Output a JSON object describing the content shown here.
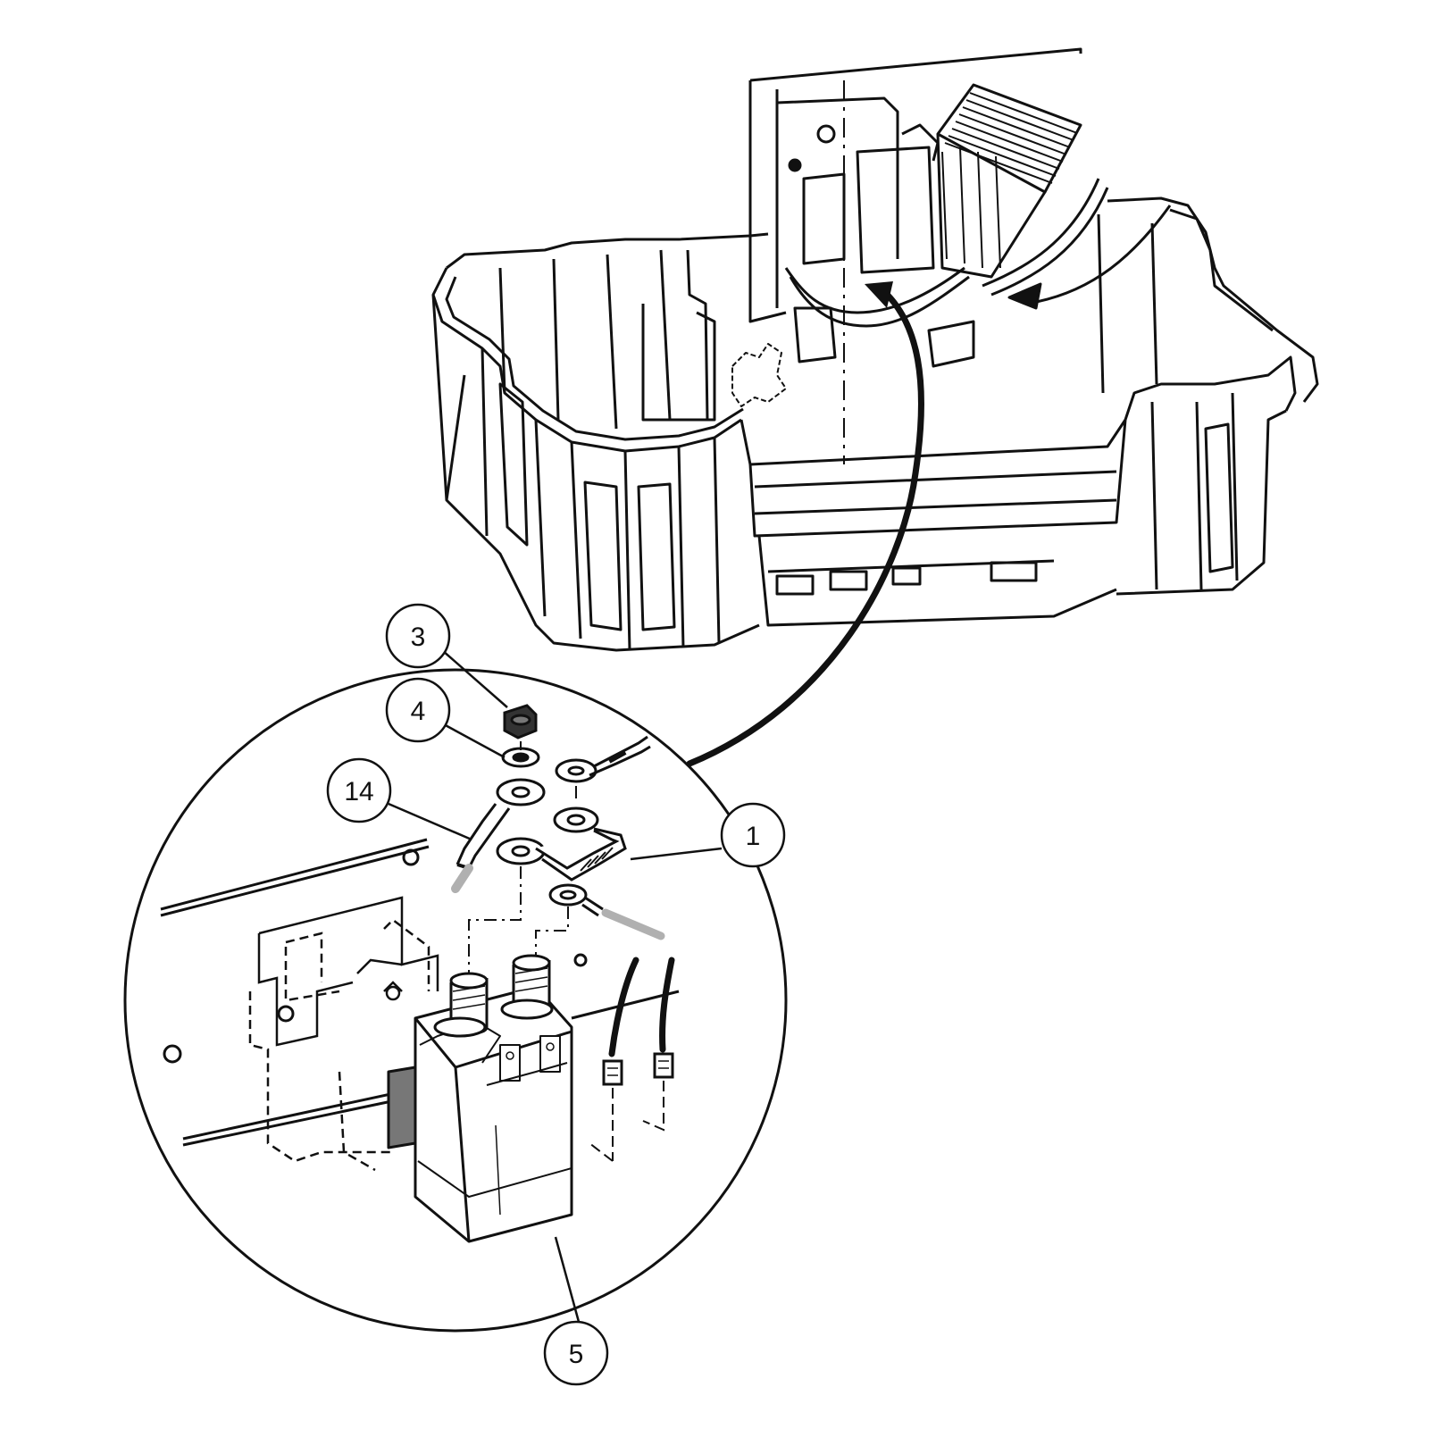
{
  "diagram": {
    "colors": {
      "ink": "#111111",
      "paper": "#ffffff",
      "gray_wire": "#b0b0b0",
      "hatch": "#777777"
    },
    "callouts": [
      {
        "id": "callout-3",
        "label": "3",
        "points_to": "nut"
      },
      {
        "id": "callout-4",
        "label": "4",
        "points_to": "lock-washer"
      },
      {
        "id": "callout-14",
        "label": "14",
        "points_to": "ring-terminal-cable"
      },
      {
        "id": "callout-1",
        "label": "1",
        "points_to": "jumper-cable"
      },
      {
        "id": "callout-5",
        "label": "5",
        "points_to": "solenoid"
      }
    ]
  }
}
